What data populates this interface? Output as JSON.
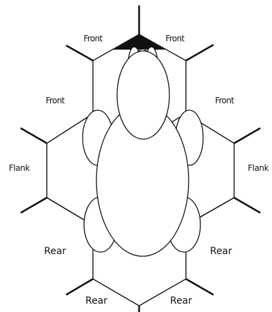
{
  "labels": {
    "front_top_left": "Front",
    "front_top_right": "Front",
    "front_left": "Front",
    "front_right": "Front",
    "flank_left": "Flank",
    "flank_right": "Flank",
    "rear_left": "Rear",
    "rear_right": "Rear",
    "rear_bottom_left": "Rear",
    "rear_bottom_right": "Rear"
  },
  "colors": {
    "line": "#111111",
    "fill": "#ffffff",
    "front_wedge": "#111111"
  }
}
